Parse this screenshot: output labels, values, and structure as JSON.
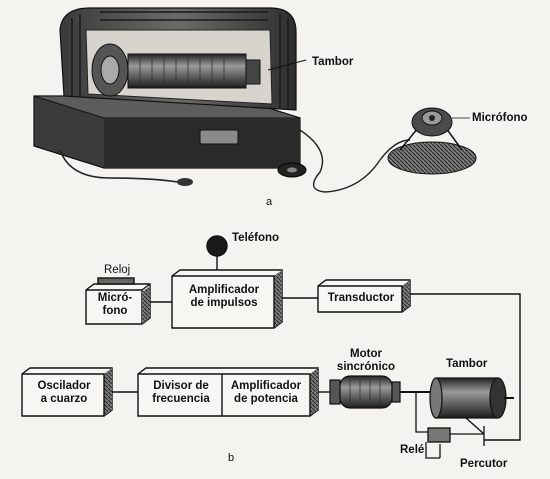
{
  "figure_a": {
    "caption": "a",
    "labels": {
      "tambor": "Tambor",
      "microfono": "Micrófono"
    }
  },
  "figure_b": {
    "caption": "b",
    "labels": {
      "telefono": "Teléfono",
      "reloj": "Reloj",
      "microfono_box": "Micró-\nfono",
      "amplificador_impulsos": "Amplificador\nde impulsos",
      "transductor": "Transductor",
      "oscilador": "Oscilador\na cuarzo",
      "divisor": "Divisor de\nfrecuencia",
      "amplificador_potencia": "Amplificador\nde potencia",
      "motor": "Motor\nsincrónico",
      "tambor": "Tambor",
      "rele": "Relé",
      "percutor": "Percutor"
    }
  }
}
